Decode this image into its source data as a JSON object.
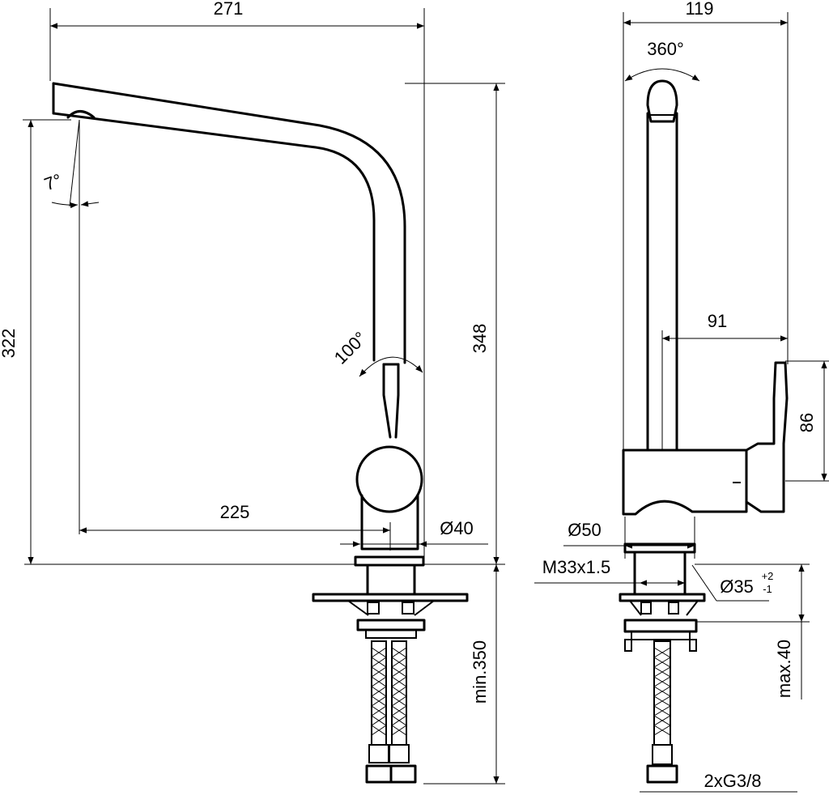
{
  "front_view": {
    "width_271": "271",
    "angle_7": "7°",
    "height_322": "322",
    "height_348": "348",
    "angle_100": "100°",
    "reach_225": "225",
    "diameter_40": "Ø40",
    "min_350": "min.350"
  },
  "side_view": {
    "width_119": "119",
    "rotation_360": "360°",
    "offset_91": "91",
    "lever_86": "86",
    "diameter_50": "Ø50",
    "thread_m33": "M33x1.5",
    "hole_35": "Ø35",
    "tol_plus": "+2",
    "tol_minus": "-1",
    "max_40": "max.40",
    "connections": "2xG3/8"
  },
  "colors": {
    "line": "#000000",
    "background": "#ffffff"
  }
}
